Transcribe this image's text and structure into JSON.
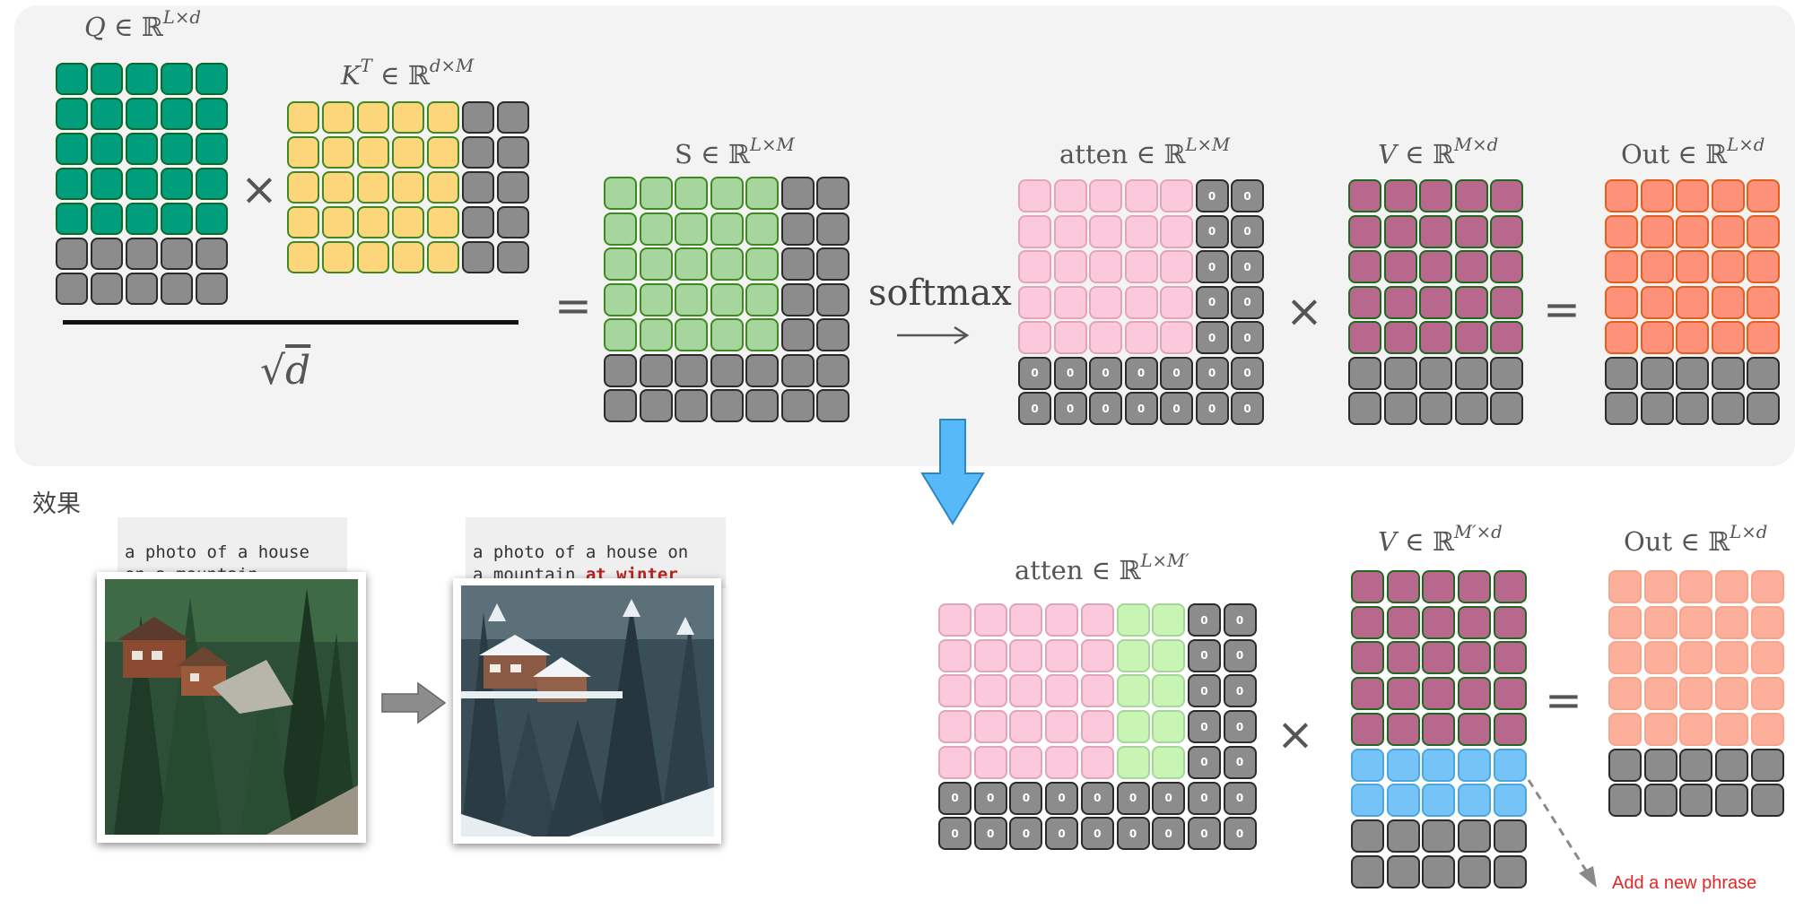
{
  "labels": {
    "q_sym": "Q",
    "q_set": "∈ ℝ",
    "q_sup": "L×d",
    "k_sym": "K",
    "k_t": "T",
    "k_set": "∈ ℝ",
    "k_sup": "d×M",
    "sqrt_sym": "√",
    "sqrt_var": "d",
    "s_main": "S ∈ ℝ",
    "s_sup": "L×M",
    "softmax": "softmax",
    "atten_main": "atten ∈ ℝ",
    "atten_sup": "L×M",
    "v_sym": "V",
    "v_set": "∈ ℝ",
    "v_sup": "M×d",
    "out_main": "Out ∈ ℝ",
    "out_sup": "L×d",
    "atten2_main": "atten ∈ ℝ",
    "atten2_sup": "L×M′",
    "v2_sym": "V",
    "v2_set": "∈ ℝ",
    "v2_sup": "M′×d",
    "out2_main": "Out ∈ ℝ",
    "out2_sup": "L×d"
  },
  "operators": {
    "times": "×",
    "equals": "="
  },
  "zero_value": "0",
  "colors": {
    "teal": "#009e7c",
    "yellow": "#fdd57a",
    "green": "#a6d59e",
    "pink": "#fcc9dc",
    "mauve": "#b8688c",
    "orange": "#fd917a",
    "gray": "#8c8c8c",
    "light_green": "#c8f5b4",
    "blue": "#76c3f8",
    "light_orange": "#fcaf9a",
    "down_arrow": "#57b9f7",
    "new_phrase": "#e62626"
  },
  "caption": {
    "title": "效果",
    "prompt_before_line1": "a photo of a house",
    "prompt_before_line2": "on a mountain",
    "prompt_after_line1": "a photo of a house on",
    "prompt_after_line2_plain": "a mountain ",
    "prompt_after_line2_highlight": "at winter"
  },
  "annotation": {
    "new_phrase": "Add a new phrase"
  }
}
